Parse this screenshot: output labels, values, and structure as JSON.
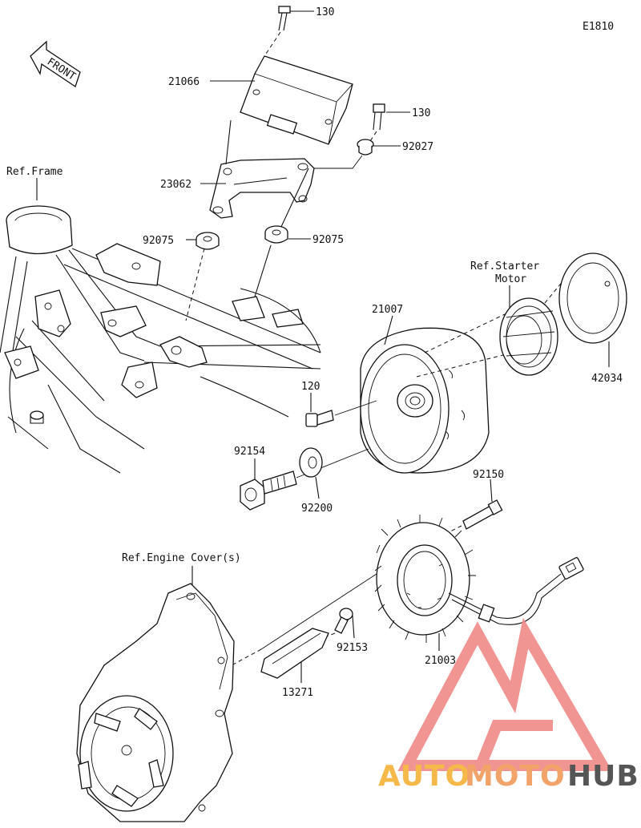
{
  "diagram": {
    "code": "E1810",
    "front_label": "FRONT",
    "refs": {
      "frame": "Ref.Frame",
      "starter_line1": "Ref.Starter",
      "starter_line2": "Motor",
      "engine_cover": "Ref.Engine Cover(s)"
    },
    "parts": {
      "bolt_130_top": "130",
      "regulator": "21066",
      "bolt_130_right": "130",
      "collar": "92027",
      "bracket": "23062",
      "damper_left": "92075",
      "damper_right": "92075",
      "rotor": "21007",
      "clutch_cover": "42034",
      "bolt_120": "120",
      "bolt_92154": "92154",
      "washer": "92200",
      "bolt_92150": "92150",
      "stator": "21003",
      "bolt_92153": "92153",
      "holder": "13271"
    }
  },
  "watermark": {
    "text_a": "AUTO",
    "text_b": "MOTO",
    "text_c": "HUB",
    "color_logo": "#f08a88",
    "color_auto": "#f5b94a",
    "color_moto": "#f2a36a",
    "color_hub": "#555555"
  }
}
